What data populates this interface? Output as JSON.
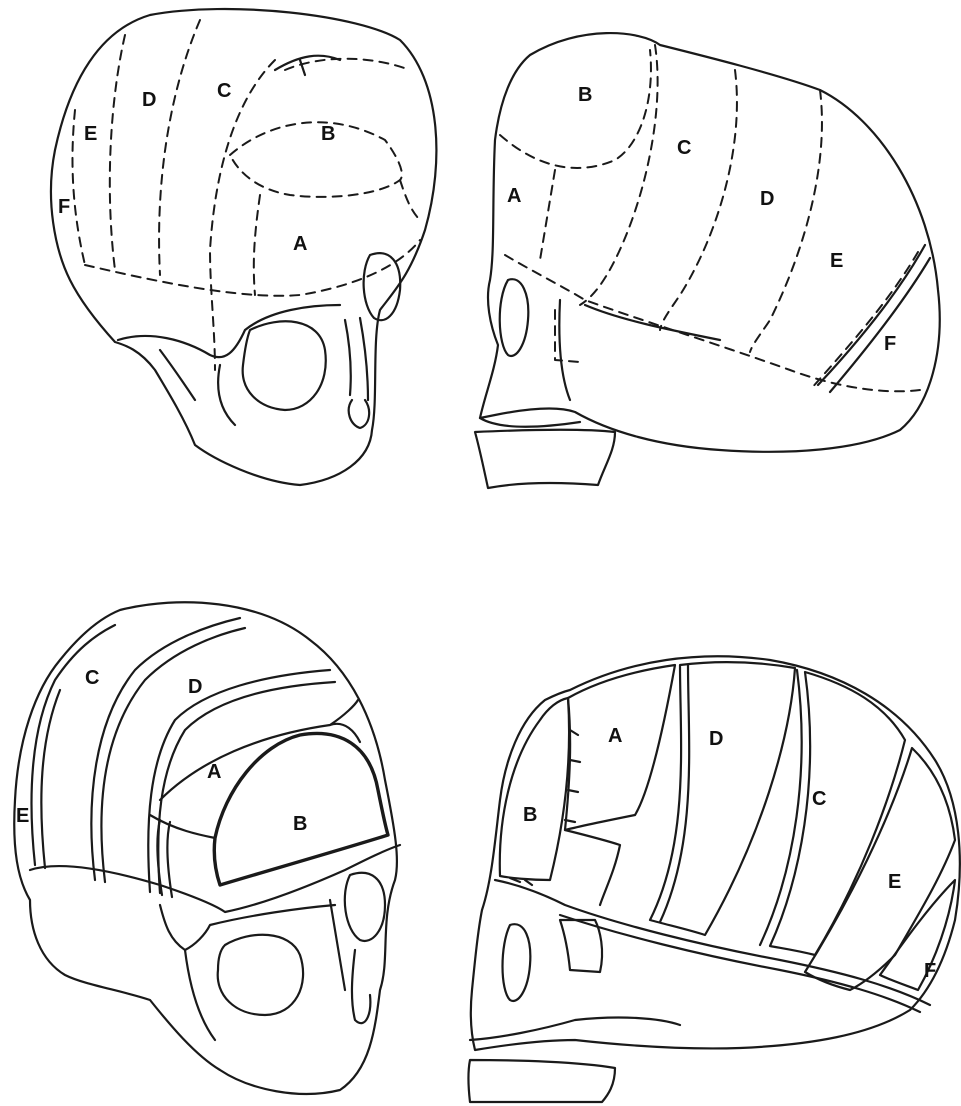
{
  "panels": [
    {
      "id": "top-left",
      "labels": [
        "E",
        "D",
        "C",
        "B",
        "F",
        "A"
      ]
    },
    {
      "id": "top-right",
      "labels": [
        "B",
        "C",
        "A",
        "D",
        "E",
        "F"
      ]
    },
    {
      "id": "bottom-left",
      "labels": [
        "C",
        "D",
        "A",
        "B",
        "E"
      ]
    },
    {
      "id": "bottom-right",
      "labels": [
        "A",
        "D",
        "B",
        "C",
        "E",
        "F"
      ]
    }
  ],
  "colors": {
    "line": "#1a1a1a",
    "background": "#ffffff"
  }
}
